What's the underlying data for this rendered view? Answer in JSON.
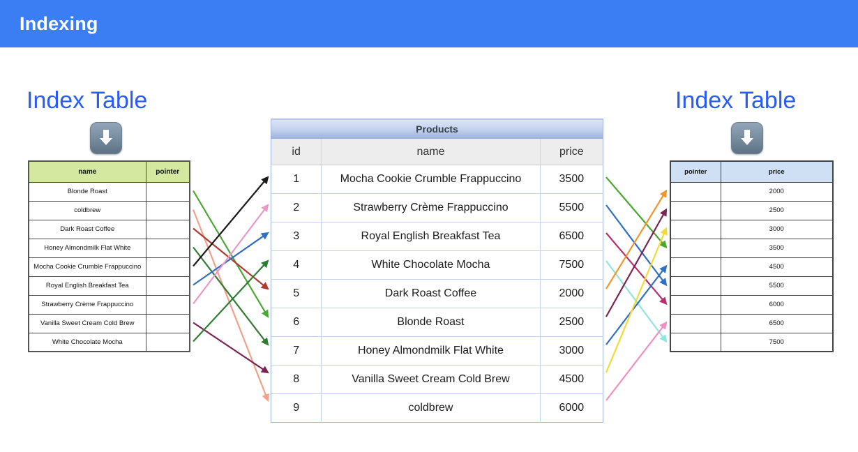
{
  "banner": {
    "title": "Indexing",
    "color": "#3b7ef4"
  },
  "left_panel": {
    "title": "Index Table",
    "icon": "download-arrow-icon",
    "header_color": "#d5e8a0",
    "columns": [
      "name",
      "pointer"
    ],
    "rows": [
      {
        "name": "Blonde Roast",
        "pointer": ""
      },
      {
        "name": "coldbrew",
        "pointer": ""
      },
      {
        "name": "Dark Roast Coffee",
        "pointer": ""
      },
      {
        "name": "Honey Almondmilk Flat White",
        "pointer": ""
      },
      {
        "name": "Mocha Cookie Crumble Frappuccino",
        "pointer": ""
      },
      {
        "name": "Royal English Breakfast Tea",
        "pointer": ""
      },
      {
        "name": "Strawberry Crème Frappuccino",
        "pointer": ""
      },
      {
        "name": "Vanilla Sweet Cream Cold Brew",
        "pointer": ""
      },
      {
        "name": "White Chocolate Mocha",
        "pointer": ""
      }
    ]
  },
  "products_table": {
    "title": "Products",
    "columns": [
      "id",
      "name",
      "price"
    ],
    "rows": [
      {
        "id": "1",
        "name": "Mocha Cookie Crumble Frappuccino",
        "price": "3500"
      },
      {
        "id": "2",
        "name": "Strawberry Crème Frappuccino",
        "price": "5500"
      },
      {
        "id": "3",
        "name": "Royal English Breakfast Tea",
        "price": "6500"
      },
      {
        "id": "4",
        "name": "White Chocolate Mocha",
        "price": "7500"
      },
      {
        "id": "5",
        "name": "Dark Roast Coffee",
        "price": "2000"
      },
      {
        "id": "6",
        "name": "Blonde Roast",
        "price": "2500"
      },
      {
        "id": "7",
        "name": "Honey Almondmilk Flat White",
        "price": "3000"
      },
      {
        "id": "8",
        "name": "Vanilla Sweet Cream Cold Brew",
        "price": "4500"
      },
      {
        "id": "9",
        "name": "coldbrew",
        "price": "6000"
      }
    ]
  },
  "right_panel": {
    "title": "Index Table",
    "icon": "download-arrow-icon",
    "header_color": "#cfe0f5",
    "columns": [
      "pointer",
      "price"
    ],
    "rows": [
      {
        "pointer": "",
        "price": "2000"
      },
      {
        "pointer": "",
        "price": "2500"
      },
      {
        "pointer": "",
        "price": "3000"
      },
      {
        "pointer": "",
        "price": "3500"
      },
      {
        "pointer": "",
        "price": "4500"
      },
      {
        "pointer": "",
        "price": "5500"
      },
      {
        "pointer": "",
        "price": "6000"
      },
      {
        "pointer": "",
        "price": "6500"
      },
      {
        "pointer": "",
        "price": "7500"
      }
    ]
  },
  "left_arrows": [
    {
      "from_row": 0,
      "to_row": 5,
      "color": "#4aa832"
    },
    {
      "from_row": 1,
      "to_row": 8,
      "color": "#f2a08a"
    },
    {
      "from_row": 2,
      "to_row": 4,
      "color": "#b03a2e"
    },
    {
      "from_row": 3,
      "to_row": 6,
      "color": "#2e7d32"
    },
    {
      "from_row": 4,
      "to_row": 0,
      "color": "#1a1a1a"
    },
    {
      "from_row": 5,
      "to_row": 2,
      "color": "#2f6fc4"
    },
    {
      "from_row": 6,
      "to_row": 1,
      "color": "#e89ac4"
    },
    {
      "from_row": 7,
      "to_row": 7,
      "color": "#7b2352"
    },
    {
      "from_row": 8,
      "to_row": 3,
      "color": "#2e7d32"
    }
  ],
  "right_arrows": [
    {
      "from_row": 3,
      "to_row": 0,
      "color": "#4aa832"
    },
    {
      "from_row": 5,
      "to_row": 1,
      "color": "#2f6fc4"
    },
    {
      "from_row": 6,
      "to_row": 2,
      "color": "#b5306e"
    },
    {
      "from_row": 8,
      "to_row": 3,
      "color": "#8fe6e0"
    },
    {
      "from_row": 0,
      "to_row": 4,
      "color": "#f0962a"
    },
    {
      "from_row": 1,
      "to_row": 5,
      "color": "#7b2352"
    },
    {
      "from_row": 4,
      "to_row": 6,
      "color": "#2f6fc4"
    },
    {
      "from_row": 2,
      "to_row": 7,
      "color": "#f5d83a"
    },
    {
      "from_row": 7,
      "to_row": 8,
      "color": "#f08fc0"
    }
  ]
}
